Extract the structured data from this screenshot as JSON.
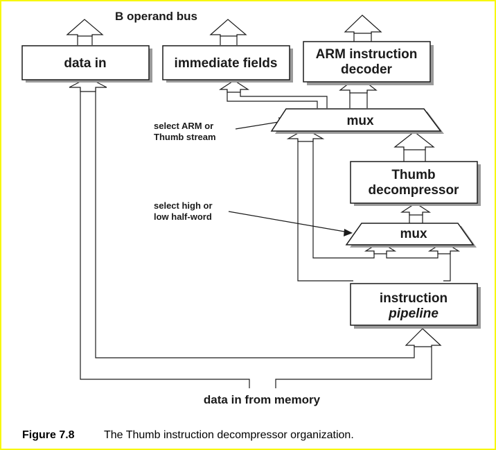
{
  "diagram": {
    "bus_label": "B operand bus",
    "boxes": {
      "data_in": "data in",
      "immediate_fields": "immediate fields",
      "arm_decoder_line1": "ARM instruction",
      "arm_decoder_line2": "decoder",
      "mux_top": "mux",
      "thumb_line1": "Thumb",
      "thumb_line2": "decompressor",
      "mux_bottom": "mux",
      "pipeline_line1": "instruction",
      "pipeline_line2": "pipeline"
    },
    "annotations": {
      "select_arm_line1": "select ARM or",
      "select_arm_line2": "Thumb stream",
      "select_high_line1": "select high or",
      "select_high_line2": "low half-word"
    },
    "bottom_label": "data in from memory"
  },
  "caption": {
    "number": "Figure 7.8",
    "text": "The Thumb instruction decompressor organization."
  },
  "colors": {
    "frame_border": "#f7f70d",
    "line": "#1a1a1a",
    "shadow": "#9a9a9a"
  }
}
